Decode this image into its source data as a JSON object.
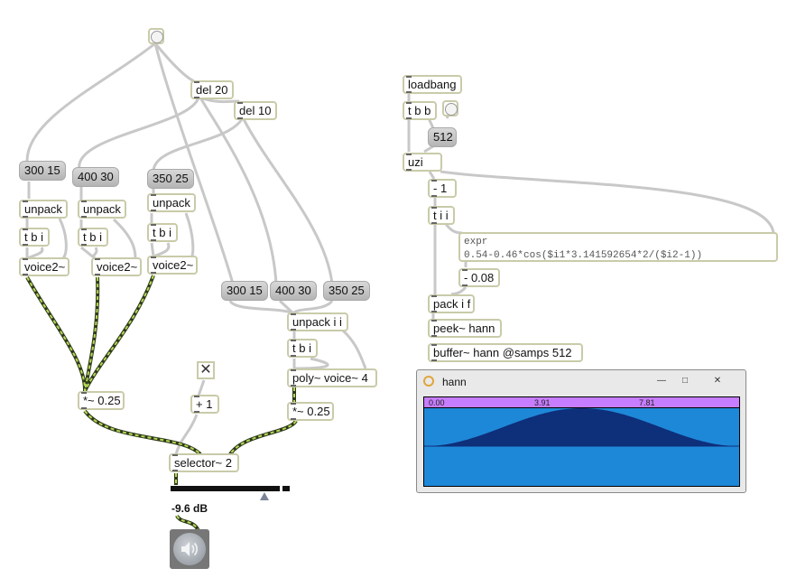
{
  "objects": {
    "del20": "del 20",
    "del10": "del 10",
    "unpack_a": "unpack",
    "unpack_b": "unpack",
    "unpack_c": "unpack",
    "tbi_a": "t b i",
    "tbi_b": "t b i",
    "tbi_c": "t b i",
    "voice_a": "voice2~",
    "voice_b": "voice2~",
    "voice_c": "voice2~",
    "mul_left": "*~ 0.25",
    "plus1": "+ 1",
    "selector": "selector~ 2",
    "unpack_ii": "unpack i i",
    "tbi_d": "t b i",
    "poly": "poly~ voice~ 4",
    "mul_right": "*~ 0.25",
    "loadbang": "loadbang",
    "tbb": "t b b",
    "uzi": "uzi",
    "minus1": "- 1",
    "tii": "t i i",
    "minus008": "- 0.08",
    "packif": "pack i f",
    "peek": "peek~ hann",
    "buffer": "buffer~ hann @samps 512"
  },
  "messages": {
    "m300_15_a": "300 15",
    "m400_30_a": "400 30",
    "m350_25_a": "350 25",
    "m300_15_b": "300 15",
    "m400_30_b": "400 30",
    "m350_25_b": "350 25",
    "m512": "512"
  },
  "expr": {
    "line1": "expr",
    "line2": "0.54-0.46*cos($i1*3.141592654*2/($i2-1))"
  },
  "gain": {
    "label": "-9.6 dB",
    "level_db": -9.6
  },
  "buffer_window": {
    "title": "hann",
    "ruler": [
      "0.00",
      "3.91",
      "7.81"
    ],
    "minimize_glyph": "—",
    "maximize_glyph": "□",
    "close_glyph": "✕"
  },
  "colors": {
    "box_border": "#c9cba9",
    "patch_cord": "#c8c8c8",
    "signal_cord": "#8fa64a",
    "waveform_bg": "#1e88d8",
    "waveform_fill": "#0e2f7a",
    "ruler_bg": "#c77dff"
  },
  "icons": {
    "speaker": "speaker-icon",
    "toggle": "x-toggle-icon",
    "bang": "bang-icon"
  }
}
